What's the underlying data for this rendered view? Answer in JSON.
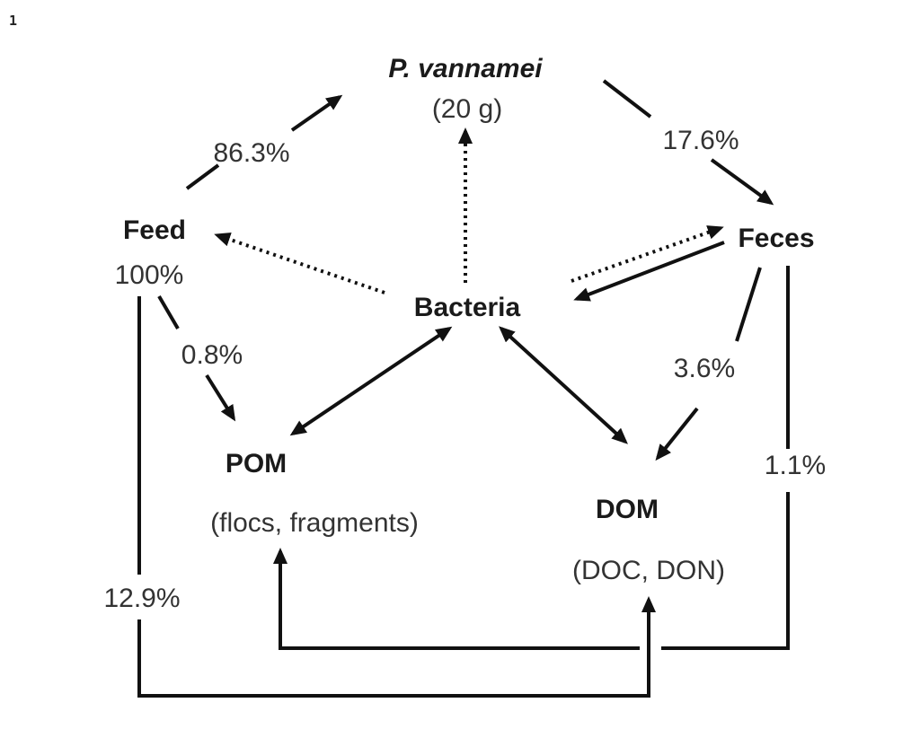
{
  "figure_number": "1",
  "nodes": {
    "shrimp": "P. vannamei",
    "shrimp_weight": "(20 g)",
    "feed": "Feed",
    "feed_pct": "100%",
    "feces": "Feces",
    "bacteria": "Bacteria",
    "pom": "POM",
    "pom_desc": "(flocs, fragments)",
    "dom": "DOM",
    "dom_desc": "(DOC, DON)"
  },
  "flows": {
    "feed_to_shrimp": "86.3%",
    "shrimp_to_feces": "17.6%",
    "feed_to_pom": "0.8%",
    "feces_to_dom": "3.6%",
    "feces_to_pom_dom": "1.1%",
    "feed_to_dom": "12.9%"
  },
  "colors": {
    "line": "#111111",
    "text": "#333333"
  }
}
